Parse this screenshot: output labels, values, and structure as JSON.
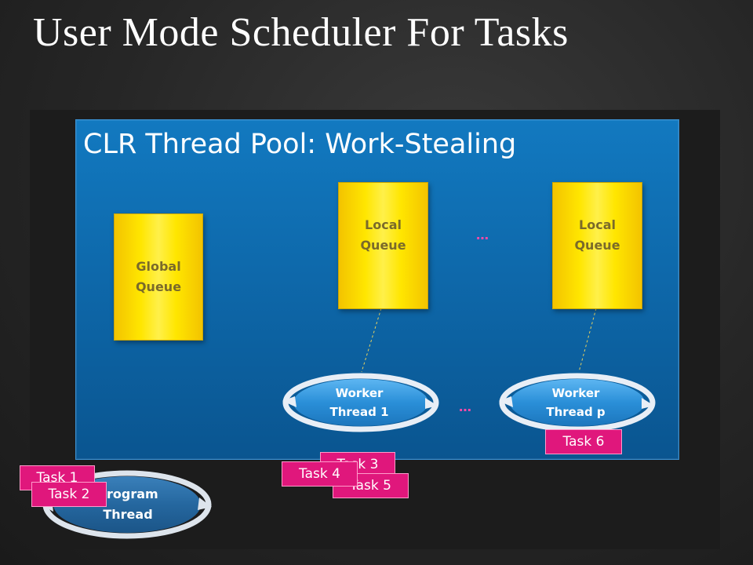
{
  "slide": {
    "title": "User Mode Scheduler For Tasks"
  },
  "pool": {
    "title": "CLR Thread Pool: Work-Stealing"
  },
  "queues": {
    "global": {
      "line1": "Global",
      "line2": "Queue"
    },
    "local_1": {
      "line1": "Local",
      "line2": "Queue"
    },
    "local_p": {
      "line1": "Local",
      "line2": "Queue"
    }
  },
  "ellipsis": {
    "queues": "…",
    "threads": "…"
  },
  "threads": {
    "worker_1": {
      "line1": "Worker",
      "line2": "Thread 1"
    },
    "worker_p": {
      "line1": "Worker",
      "line2": "Thread p"
    },
    "program": {
      "line1": "Program",
      "line2": "Thread"
    }
  },
  "tasks": {
    "task_1": "Task 1",
    "task_2": "Task 2",
    "task_3": "Task 3",
    "task_4": "Task 4",
    "task_5": "Task 5",
    "task_6": "Task 6"
  },
  "colors": {
    "pool_blue": "#0f6fb3",
    "queue_yellow": "#ffe600",
    "task_pink": "#e0177c",
    "thread_blue": "#2a8fd8"
  }
}
